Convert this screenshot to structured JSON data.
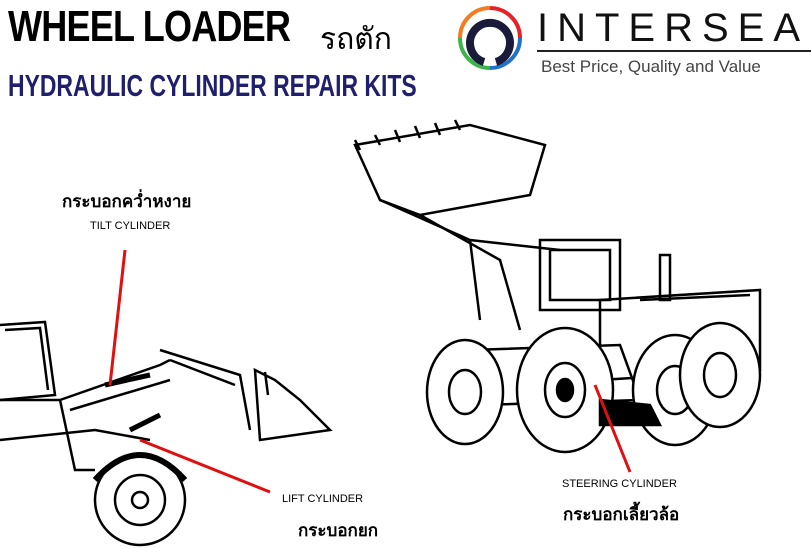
{
  "header": {
    "title": "WHEEL LOADER",
    "title_thai": "รถตัก",
    "subtitle": "HYDRAULIC CYLINDER REPAIR KITS"
  },
  "brand": {
    "name": "INTERSEAL",
    "tagline": "Best Price, Quality and Value",
    "logo_colors": [
      "#e8202a",
      "#1e73c8",
      "#3bb54a",
      "#f47b20"
    ]
  },
  "labels": {
    "tilt_thai": "กระบอกคว่ำหงาย",
    "tilt_en": "TILT CYLINDER",
    "lift_en": "LIFT CYLINDER",
    "lift_thai": "กระบอกยก",
    "steering_en": "STEERING CYLINDER",
    "steering_thai": "กระบอกเลี้ยวล้อ"
  },
  "colors": {
    "pointer": "#e01010",
    "subtitle": "#1f1f6e"
  }
}
